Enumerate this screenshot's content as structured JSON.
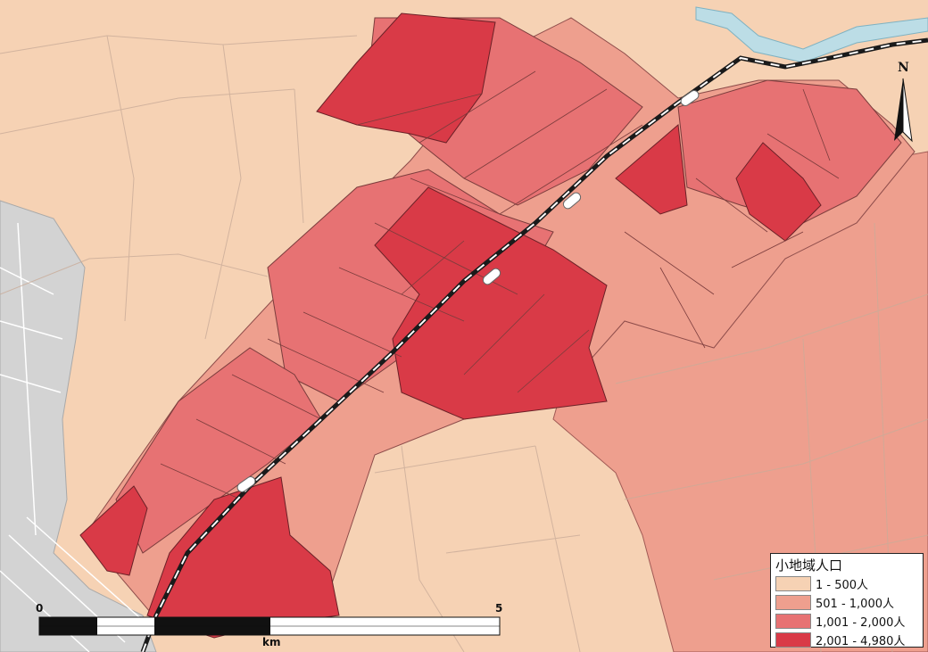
{
  "legend": {
    "title": "小地域人口",
    "classes": [
      {
        "label": "1 - 500人",
        "color": "#f6d2b4"
      },
      {
        "label": "501 - 1,000人",
        "color": "#ee9f8e"
      },
      {
        "label": "1,001 - 2,000人",
        "color": "#e77273"
      },
      {
        "label": "2,001 - 4,980人",
        "color": "#d93a47"
      }
    ]
  },
  "scale_bar": {
    "start_label": "0",
    "end_label": "5",
    "unit": "km"
  },
  "north_arrow": {
    "label": "N"
  },
  "colors": {
    "river": "#bcdde6",
    "urban_gray": "#d3d3d3",
    "railway": "#1a1a1a",
    "station": "#ffffff",
    "roads": "#c9ab98"
  }
}
